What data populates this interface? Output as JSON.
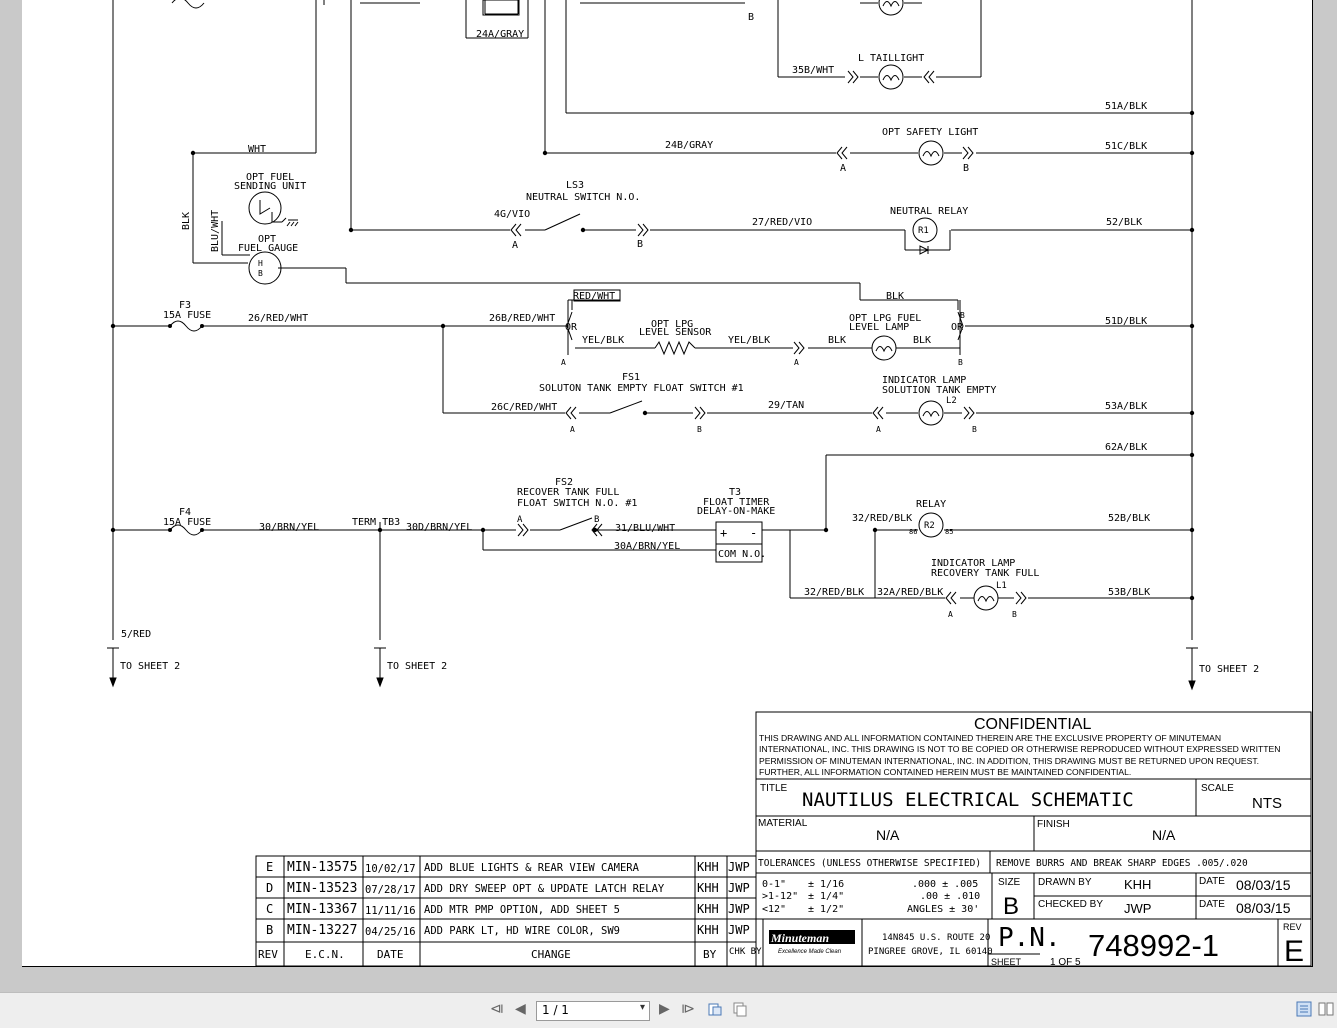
{
  "labels": {
    "gray24a": "24A/GRAY",
    "b_top": "B",
    "l_taillight": "L TAILLIGHT",
    "w35b": "35B/WHT",
    "w51a": "51A/BLK",
    "opt_safety_light": "OPT SAFETY LIGHT",
    "gray24b": "24B/GRAY",
    "w51c": "51C/BLK",
    "wht": "WHT",
    "opt_fuel_sending_1": "OPT FUEL",
    "opt_fuel_sending_2": "SENDING UNIT",
    "ls3": "LS3",
    "neutral_switch": "NEUTRAL SWITCH N.O.",
    "vio4g": "4G/VIO",
    "red_vio27": "27/RED/VIO",
    "neutral_relay": "NEUTRAL RELAY",
    "r1": "R1",
    "w52": "52/BLK",
    "blk_v": "BLK",
    "blu_wht_v": "BLU/WHT",
    "opt_fuel_gauge_1": "OPT",
    "opt_fuel_gauge_2": "FUEL GAUGE",
    "f3": "F3",
    "fuse15a": "15A FUSE",
    "red_wht26": "26/RED/WHT",
    "red_wht_box": "RED/WHT",
    "red_wht26b": "26B/RED/WHT",
    "or": "OR",
    "opt_lpg_sensor_1": "OPT LPG",
    "opt_lpg_sensor_2": "LEVEL SENSOR",
    "yel_blk": "YEL/BLK",
    "blk": "BLK",
    "opt_lpg_lamp_1": "OPT LPG FUEL",
    "opt_lpg_lamp_2": "LEVEL LAMP",
    "w51d": "51D/BLK",
    "fs1": "FS1",
    "solution_float": "SOLUTON TANK EMPTY FLOAT SWITCH #1",
    "red_wht26c": "26C/RED/WHT",
    "tan29": "29/TAN",
    "indicator_lamp": "INDICATOR LAMP",
    "solution_tank_empty": "SOLUTION TANK EMPTY",
    "l2": "L2",
    "w53a": "53A/BLK",
    "w62a": "62A/BLK",
    "fs2": "FS2",
    "recover_tank_full": "RECOVER TANK FULL",
    "float_switch_no1": "FLOAT SWITCH N.O. #1",
    "t3": "T3",
    "float_timer": "FLOAT TIMER",
    "delay_on_make": "DELAY-ON-MAKE",
    "relay": "RELAY",
    "r2": "R2",
    "w52b": "52B/BLK",
    "f4": "F4",
    "brn_yel30": "30/BRN/YEL",
    "term_tb3": "TERM TB3",
    "brn_yel30d": "30D/BRN/YEL",
    "blu_wht31": "31/BLU/WHT",
    "brn_yel30a": "30A/BRN/YEL",
    "red_blk32": "32/RED/BLK",
    "com_no": "COM N.O.",
    "plus": "+",
    "minus": "-",
    "recovery_tank_full": "RECOVERY TANK FULL",
    "l1": "L1",
    "red_blk32a": "32A/RED/BLK",
    "w53b": "53B/BLK",
    "red5": "5/RED",
    "to_sheet2": "TO SHEET 2",
    "a": "A",
    "b": "B",
    "n86": "86",
    "n85": "85"
  },
  "title_block": {
    "confidential": "CONFIDENTIAL",
    "notice": [
      "THIS DRAWING AND ALL INFORMATION CONTAINED THEREIN ARE THE EXCLUSIVE PROPERTY OF MINUTEMAN",
      "INTERNATIONAL, INC. THIS DRAWING IS NOT TO BE COPIED OR OTHERWISE REPRODUCED WITHOUT EXPRESSED WRITTEN",
      "PERMISSION OF MINUTEMAN INTERNATIONAL, INC. IN ADDITION, THIS DRAWING MUST BE RETURNED UPON REQUEST.",
      "FURTHER, ALL INFORMATION CONTAINED HEREIN MUST BE MAINTAINED CONFIDENTIAL."
    ],
    "title_label": "TITLE",
    "title": "NAUTILUS ELECTRICAL SCHEMATIC",
    "scale_label": "SCALE",
    "scale": "NTS",
    "material_label": "MATERIAL",
    "material": "N/A",
    "finish_label": "FINISH",
    "finish": "N/A",
    "tolerances": "TOLERANCES (UNLESS OTHERWISE SPECIFIED)",
    "deburr": "REMOVE BURRS AND BREAK SHARP EDGES .005/.020",
    "tol_rows": [
      {
        "range": "0-1\"",
        "tol": "± 1/16",
        "dec": ".000 ± .005"
      },
      {
        "range": ">1-12\"",
        "tol": "± 1/4\"",
        "dec": ".00 ± .010"
      },
      {
        "range": "<12\"",
        "tol": "± 1/2\"",
        "dec": "ANGLES ± 30'"
      }
    ],
    "size_label": "SIZE",
    "size": "B",
    "drawn_by_label": "DRAWN BY",
    "drawn_by": "KHH",
    "checked_by_label": "CHECKED BY",
    "checked_by": "JWP",
    "date_label": "DATE",
    "drawn_date": "08/03/15",
    "checked_date": "08/03/15",
    "logo_text": "Minuteman",
    "logo_tagline": "Excellence Made Clean",
    "address_1": "14N845 U.S. ROUTE 20",
    "address_2": "PINGREE GROVE, IL 60140",
    "pn_label": "P.N.",
    "pn": "748992-1",
    "sheet_label": "SHEET",
    "sheet": "1 OF 5",
    "rev_label": "REV",
    "rev": "E"
  },
  "revisions": {
    "headers": {
      "rev": "REV",
      "ecn": "E.C.N.",
      "date": "DATE",
      "change": "CHANGE",
      "by": "BY",
      "chk": "CHK BY"
    },
    "rows": [
      {
        "rev": "E",
        "ecn": "MIN-13575",
        "date": "10/02/17",
        "change": "ADD BLUE LIGHTS & REAR VIEW CAMERA",
        "by": "KHH",
        "chk": "JWP"
      },
      {
        "rev": "D",
        "ecn": "MIN-13523",
        "date": "07/28/17",
        "change": "ADD DRY SWEEP OPT & UPDATE LATCH RELAY",
        "by": "KHH",
        "chk": "JWP"
      },
      {
        "rev": "C",
        "ecn": "MIN-13367",
        "date": "11/11/16",
        "change": "ADD MTR PMP OPTION, ADD SHEET 5",
        "by": "KHH",
        "chk": "JWP"
      },
      {
        "rev": "B",
        "ecn": "MIN-13227",
        "date": "04/25/16",
        "change": "ADD PARK LT, HD WIRE COLOR, SW9",
        "by": "KHH",
        "chk": "JWP"
      }
    ]
  },
  "viewer": {
    "page_value": "1 / 1",
    "first_icon": "first-page-icon",
    "prev_icon": "prev-page-icon",
    "next_icon": "next-page-icon",
    "last_icon": "last-page-icon"
  }
}
